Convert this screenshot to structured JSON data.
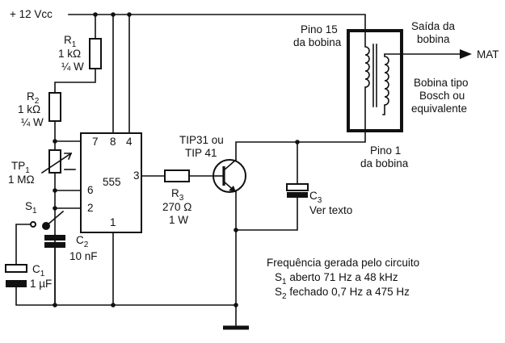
{
  "supply": {
    "label": "+ 12 Vcc"
  },
  "r1": {
    "name": "R",
    "sub": "1",
    "value": "1 kΩ",
    "power": "¼ W"
  },
  "r2": {
    "name": "R",
    "sub": "2",
    "value": "1 kΩ",
    "power": "¼ W"
  },
  "tp1": {
    "name": "TP",
    "sub": "1",
    "value": "1 MΩ"
  },
  "s1": {
    "name": "S",
    "sub": "1"
  },
  "c1": {
    "name": "C",
    "sub": "1",
    "value": "1 µF"
  },
  "c2": {
    "name": "C",
    "sub": "2",
    "value": "10 nF"
  },
  "c3": {
    "name": "C",
    "sub": "3",
    "value": "Ver texto"
  },
  "r3": {
    "name": "R",
    "sub": "3",
    "value": "270 Ω",
    "power": "1 W"
  },
  "ic": {
    "label": "555",
    "pins": {
      "p7": "7",
      "p8": "8",
      "p4": "4",
      "p6": "6",
      "p2": "2",
      "p3": "3",
      "p1": "1"
    }
  },
  "transistor": {
    "line1": "TIP31 ou",
    "line2": "TIP 41"
  },
  "coil": {
    "pin15_line1": "Pino 15",
    "pin15_line2": "da bobina",
    "out_line1": "Saída da",
    "out_line2": "bobina",
    "mat": "MAT",
    "type_line1": "Bobina tipo",
    "type_line2": "Bosch ou",
    "type_line3": "equivalente",
    "pin1_line1": "Pino 1",
    "pin1_line2": "da bobina"
  },
  "notes": {
    "title": "Frequência gerada pelo circuito",
    "s1_sym": "S",
    "s1_sub": "1",
    "s1_text": " aberto 71 Hz a 48 kHz",
    "s2_sym": "S",
    "s2_sub": "2",
    "s2_text": " fechado 0,7 Hz a 475 Hz"
  }
}
